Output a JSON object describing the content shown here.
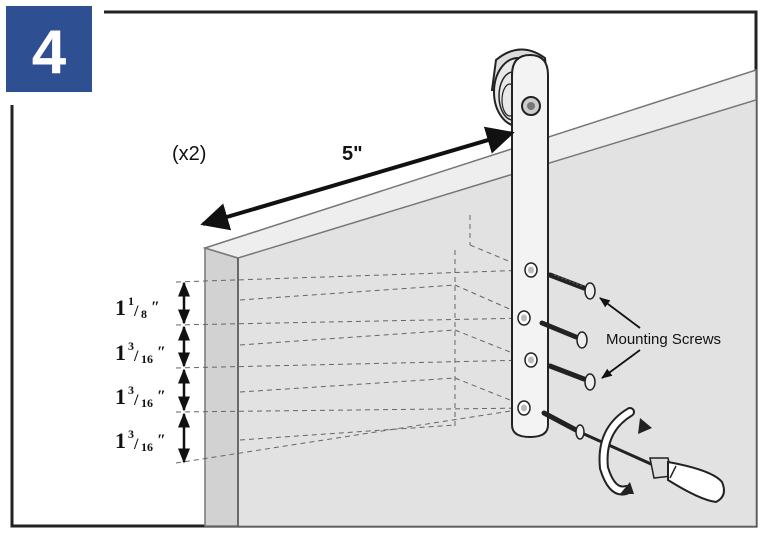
{
  "step": {
    "number": "4",
    "badge_color": "#2f4f93"
  },
  "quantity_label": "(x2)",
  "width_label": "5\"",
  "callout_label": "Mounting Screws",
  "spacings": [
    {
      "whole": "1",
      "num": "1",
      "den": "8"
    },
    {
      "whole": "1",
      "num": "3",
      "den": "16"
    },
    {
      "whole": "1",
      "num": "3",
      "den": "16"
    },
    {
      "whole": "1",
      "num": "3",
      "den": "16"
    }
  ],
  "colors": {
    "door": "#e4e4e4",
    "door_edge": "#cfcfcf",
    "strap": "#f2f2f2",
    "ink": "#1a1a1a"
  },
  "icons": [
    "screw-icon",
    "screwdriver-icon",
    "rotation-arrow-icon",
    "roller-wheel-icon"
  ]
}
